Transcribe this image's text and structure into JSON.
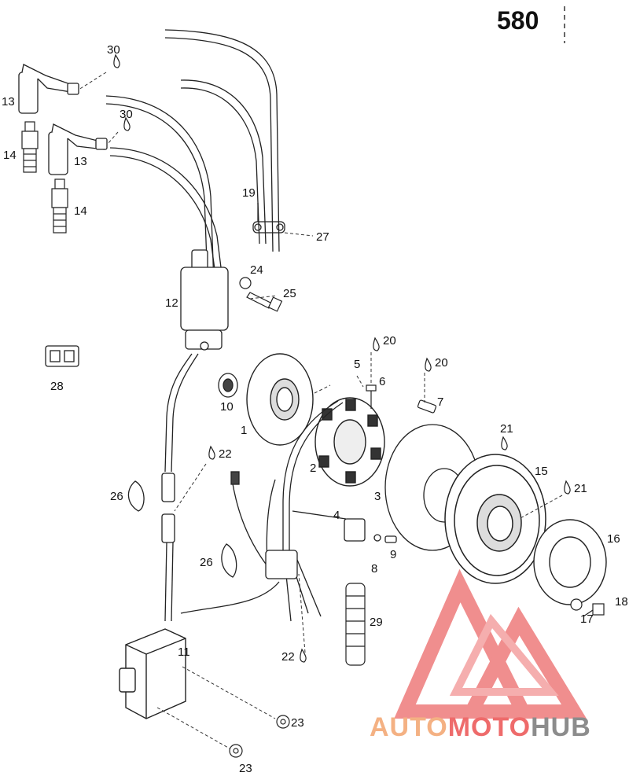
{
  "page_number": "580",
  "callouts": [
    {
      "id": "c30a",
      "text": "30"
    },
    {
      "id": "c30b",
      "text": "30"
    },
    {
      "id": "c13a",
      "text": "13"
    },
    {
      "id": "c13b",
      "text": "13"
    },
    {
      "id": "c14a",
      "text": "14"
    },
    {
      "id": "c14b",
      "text": "14"
    },
    {
      "id": "c19",
      "text": "19"
    },
    {
      "id": "c27",
      "text": "27"
    },
    {
      "id": "c24",
      "text": "24"
    },
    {
      "id": "c25",
      "text": "25"
    },
    {
      "id": "c12",
      "text": "12"
    },
    {
      "id": "c20a",
      "text": "20"
    },
    {
      "id": "c20b",
      "text": "20"
    },
    {
      "id": "c5",
      "text": "5"
    },
    {
      "id": "c6",
      "text": "6"
    },
    {
      "id": "c7",
      "text": "7"
    },
    {
      "id": "c28",
      "text": "28"
    },
    {
      "id": "c10",
      "text": "10"
    },
    {
      "id": "c1",
      "text": "1"
    },
    {
      "id": "c21a",
      "text": "21"
    },
    {
      "id": "c21b",
      "text": "21"
    },
    {
      "id": "c22a",
      "text": "22"
    },
    {
      "id": "c22b",
      "text": "22"
    },
    {
      "id": "c2",
      "text": "2"
    },
    {
      "id": "c3",
      "text": "3"
    },
    {
      "id": "c15",
      "text": "15"
    },
    {
      "id": "c26a",
      "text": "26"
    },
    {
      "id": "c26b",
      "text": "26"
    },
    {
      "id": "c4",
      "text": "4"
    },
    {
      "id": "c8",
      "text": "8"
    },
    {
      "id": "c9",
      "text": "9"
    },
    {
      "id": "c16",
      "text": "16"
    },
    {
      "id": "c17",
      "text": "17"
    },
    {
      "id": "c18",
      "text": "18"
    },
    {
      "id": "c29",
      "text": "29"
    },
    {
      "id": "c11",
      "text": "11"
    },
    {
      "id": "c23a",
      "text": "23"
    },
    {
      "id": "c23b",
      "text": "23"
    }
  ],
  "watermark": {
    "part1": "AUTO",
    "part2": "MOTO",
    "part3": "HUB",
    "color1": "#f4b183",
    "color2": "#ee6b6b",
    "color3": "#8c8c8c"
  }
}
